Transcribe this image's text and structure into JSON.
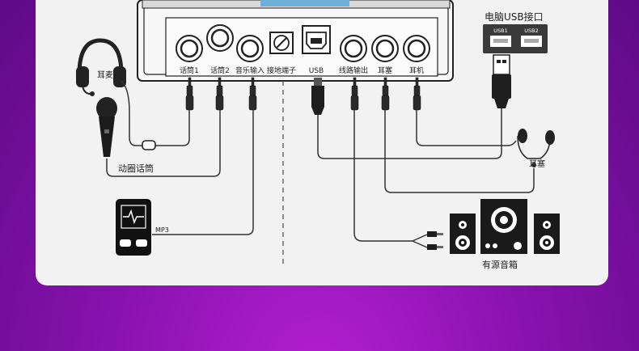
{
  "device": {
    "ports": {
      "mic1": "话筒1",
      "mic2": "话筒2",
      "music_in": "音乐输入",
      "ground": "接地端子",
      "usb": "USB",
      "line_out": "线路输出",
      "earbuds": "耳塞",
      "headphones": "耳机"
    }
  },
  "pc_usb": {
    "title": "电脑USB接口",
    "port1": "USB1",
    "port2": "USB2"
  },
  "peripherals": {
    "headset": "耳麦",
    "dynamic_mic": "动圈话筒",
    "mp3": "MP3",
    "earphones": "耳塞",
    "speakers": "有源音箱"
  },
  "colors": {
    "background": "#8a12b0",
    "panel": "#f2f2f2",
    "line": "#333333"
  }
}
